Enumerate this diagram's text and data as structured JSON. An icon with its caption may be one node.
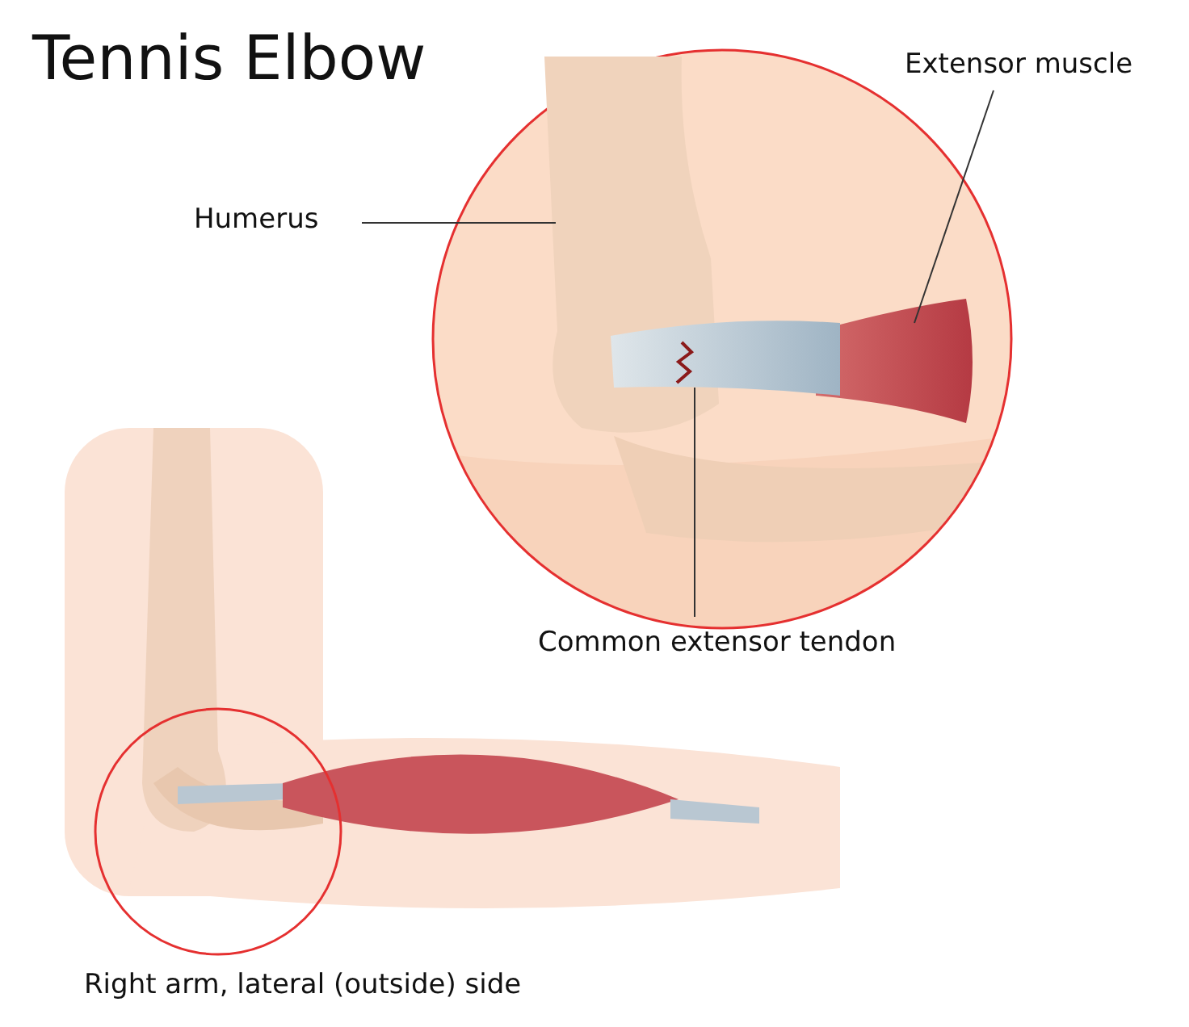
{
  "diagram": {
    "title": "Tennis Elbow",
    "caption": "Right arm, lateral (outside) side",
    "nodes": [
      {
        "text": [
          "Humerus"
        ]
      },
      {
        "text": [],
        "shape": "picture"
      },
      {
        "text": [
          "Extensor muscle"
        ]
      },
      {
        "text": [],
        "shape": "picture"
      },
      {
        "text": [
          "Common extensor tendon"
        ]
      },
      {
        "text": [],
        "shape": "picture"
      }
    ],
    "edges": [
      {
        "from": 0,
        "to": 1,
        "arrow": "none"
      },
      {
        "from": 2,
        "to": 3,
        "arrow": "none"
      },
      {
        "from": 4,
        "to": 5,
        "arrow": "none"
      }
    ]
  }
}
